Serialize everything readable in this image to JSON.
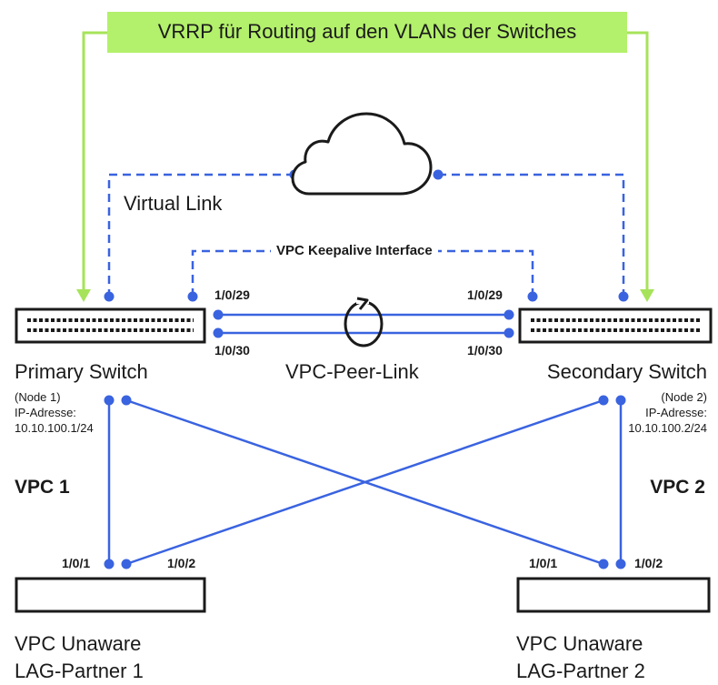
{
  "banner": {
    "text": "VRRP für Routing auf den VLANs der Switches",
    "color": "#b3f06b"
  },
  "colors": {
    "link": "#3a63e0",
    "vrrp_arrow": "#a6e35a",
    "outline": "#1a1a1a"
  },
  "virtual_link": {
    "label": "Virtual Link"
  },
  "keepalive": {
    "label": "VPC Keepalive Interface"
  },
  "peer_link": {
    "label": "VPC-Peer-Link",
    "port_left_top": "1/0/29",
    "port_left_bottom": "1/0/30",
    "port_right_top": "1/0/29",
    "port_right_bottom": "1/0/30"
  },
  "primary": {
    "name": "Primary Switch",
    "node": "(Node 1)",
    "ip_label": "IP-Adresse:",
    "ip": "10.10.100.1/24"
  },
  "secondary": {
    "name": "Secondary Switch",
    "node": "(Node 2)",
    "ip_label": "IP-Adresse:",
    "ip": "10.10.100.2/24"
  },
  "vpc1": {
    "label": "VPC 1"
  },
  "vpc2": {
    "label": "VPC 2"
  },
  "lag1": {
    "line1": "VPC Unaware",
    "line2": "LAG-Partner 1",
    "port_a": "1/0/1",
    "port_b": "1/0/2"
  },
  "lag2": {
    "line1": "VPC Unaware",
    "line2": "LAG-Partner 2",
    "port_a": "1/0/1",
    "port_b": "1/0/2"
  },
  "icons": {
    "cloud": "cloud-icon",
    "loop": "loop-arrow-icon"
  }
}
